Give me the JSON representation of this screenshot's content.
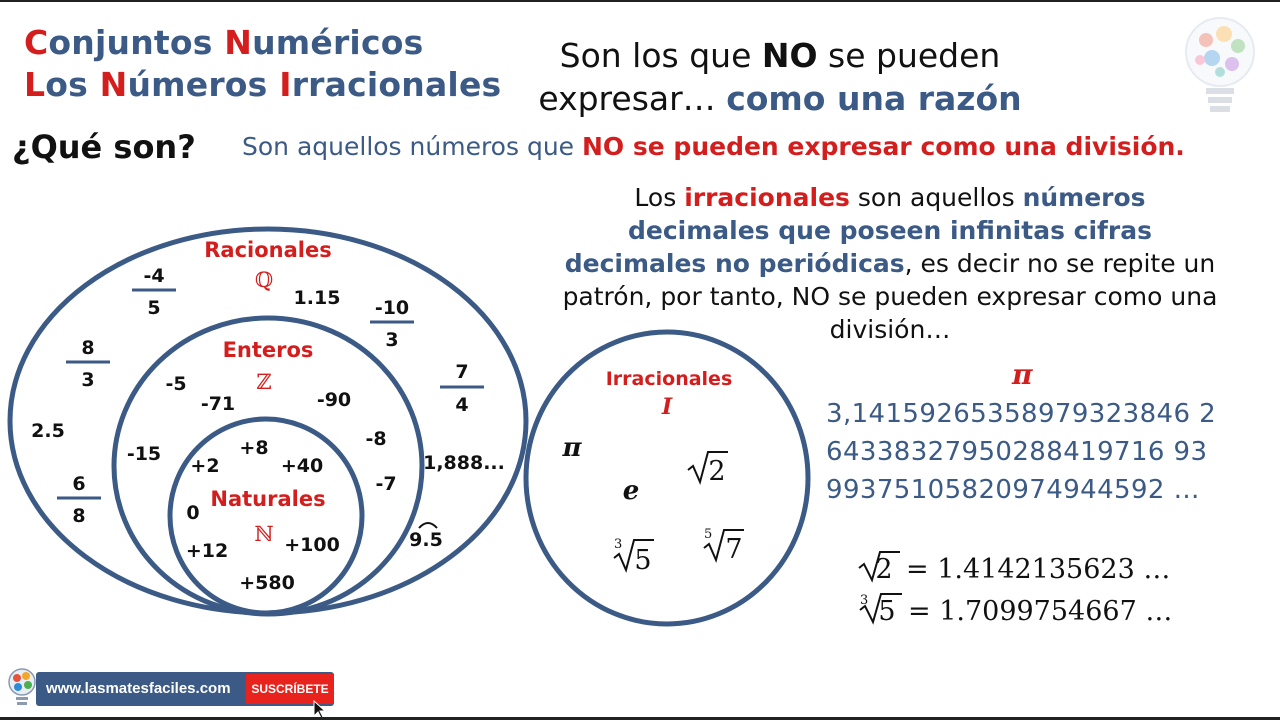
{
  "title": {
    "line1": {
      "c1": "C",
      "r1": "onjuntos ",
      "c2": "N",
      "r2": "uméricos"
    },
    "line2": {
      "c1": "L",
      "r1": "os ",
      "c2": "N",
      "r2": "úmeros ",
      "c3": "I",
      "r3": "rracionales"
    }
  },
  "intro": {
    "part1": "Son los que ",
    "bold": "NO",
    "part2": " se pueden",
    "part3": "expresar… ",
    "highlight": "como una razón"
  },
  "question": "¿Qué son?",
  "definition": {
    "part1": "Son aquellos números que ",
    "bold": "NO se pueden expresar como una división."
  },
  "paragraph": {
    "p1": "Los ",
    "b1": "irracionales",
    "p2": " son aquellos ",
    "b2": "números decimales que poseen infinitas cifras decimales no periódicas",
    "p3": ", es decir no se repite un patrón, por tanto, NO se pueden expresar como una división…"
  },
  "diagram": {
    "racionales": {
      "label": "Racionales",
      "symbol": "ℚ"
    },
    "enteros": {
      "label": "Enteros",
      "symbol": "ℤ"
    },
    "naturales": {
      "label": "Naturales",
      "symbol": "ℕ"
    },
    "irracionales": {
      "label": "Irracionales",
      "symbol": "I"
    },
    "fractions": [
      {
        "num": "-4",
        "den": "5"
      },
      {
        "num": "-10",
        "den": "3"
      },
      {
        "num": "8",
        "den": "3"
      },
      {
        "num": "7",
        "den": "4"
      },
      {
        "num": "6",
        "den": "8"
      }
    ],
    "rational_values": [
      "1.15",
      "2.5",
      "1,888...",
      "9.5"
    ],
    "integer_values": [
      "-5",
      "-71",
      "-90",
      "-15",
      "-8",
      "-7"
    ],
    "natural_values": [
      "+8",
      "+2",
      "+40",
      "0",
      "+12",
      "+100",
      "+580"
    ],
    "irrational_values": {
      "pi": "π",
      "e": "e",
      "sqrt2": "2",
      "cbrt5": "5",
      "fifth7": "7",
      "idx3": "3",
      "idx5": "5"
    }
  },
  "pi": {
    "symbol": "π",
    "digits": [
      "3,14159265358979323846 2",
      "64338327950288419716 93",
      "99375105820974944592 …"
    ]
  },
  "equations": [
    {
      "index": "",
      "radicand": "2",
      "value": "= 1.4142135623 …"
    },
    {
      "index": "3",
      "radicand": "5",
      "value": "= 1.7099754667 …"
    }
  ],
  "footer": {
    "url": "www.lasmatesfaciles.com",
    "subscribe": "SUSCRÍBETE"
  },
  "colors": {
    "navy": "#3b5a85",
    "red": "#d41e1e",
    "subscribe": "#e8221c"
  }
}
